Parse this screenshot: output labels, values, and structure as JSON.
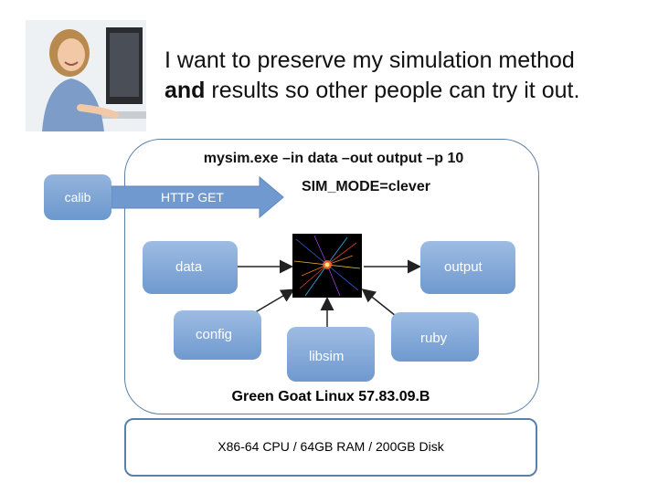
{
  "title": {
    "line1": "I want to preserve my simulation method",
    "line2_bold": "and",
    "line2_rest": " results so other people can try it out."
  },
  "command": "mysim.exe –in data –out output –p 10",
  "env_var": "SIM_MODE=clever",
  "http_label": "HTTP GET",
  "calib": "calib",
  "nodes": {
    "data": "data",
    "output": "output",
    "config": "config",
    "ruby": "ruby",
    "libsim": "libsim"
  },
  "os": "Green Goat Linux 57.83.09.B",
  "hardware": "X86-64 CPU / 64GB RAM / 200GB Disk",
  "colors": {
    "box_top": "#9dbce3",
    "box_bottom": "#6f99cf",
    "border": "#5c7fa8",
    "arrow": "#6f99cf"
  }
}
